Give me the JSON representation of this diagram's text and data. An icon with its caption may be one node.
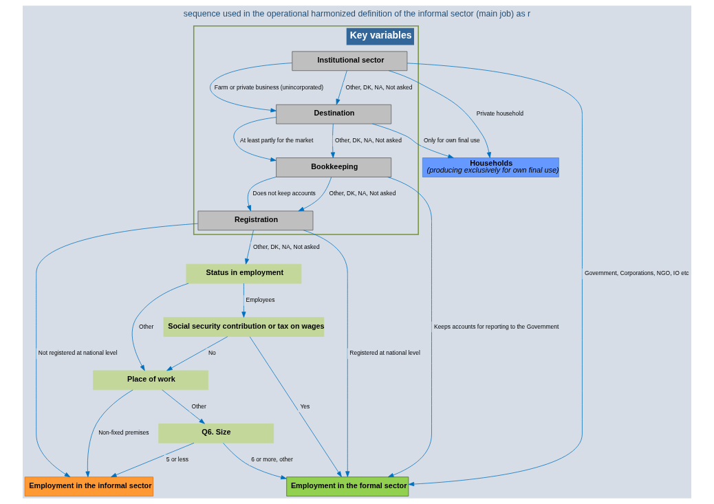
{
  "diagram": {
    "title": "sequence used in the operational harmonized definition of the informal sector (main job) as r",
    "nodes": [
      {
        "text": [
          "Key variables"
        ]
      },
      {
        "text": [
          "Institutional sector"
        ],
        "in": 0
      },
      {
        "text": [
          "Destination"
        ],
        "in": 0
      },
      {
        "text": [
          "Bookkeeping"
        ],
        "in": 0
      },
      {
        "text": [
          "Registration"
        ],
        "in": 0
      },
      {
        "text": [
          "Status in employment"
        ]
      },
      {
        "text": [
          "Social security contribution or tax on wages"
        ]
      },
      {
        "text": [
          "Place of work"
        ]
      },
      {
        "text": [
          "Q6. Size"
        ]
      },
      {
        "text": [
          "Households",
          "(producing exclusively for own final use)"
        ]
      },
      {
        "text": [
          "Employment in the formal sector"
        ]
      },
      {
        "text": [
          "Employment in the informal sector"
        ]
      }
    ],
    "edges": [
      {
        "from": 1,
        "to": 10,
        "arrow": "to",
        "label": "Government, Corporations, NGO, IO etc"
      },
      {
        "from": 1,
        "to": 9,
        "arrow": "to",
        "label": "Private household"
      },
      {
        "from": 1,
        "to": 2,
        "arrow": "to",
        "label": "Farm or private business (unincorporated)"
      },
      {
        "from": 1,
        "to": 2,
        "arrow": "to",
        "label": "Other, DK, NA, Not asked"
      },
      {
        "from": 2,
        "to": 9,
        "arrow": "to",
        "label": "Only for own final use"
      },
      {
        "from": 2,
        "to": 3,
        "arrow": "to",
        "label": "At least partly for the market"
      },
      {
        "from": 2,
        "to": 3,
        "arrow": "to",
        "label": "Other, DK, NA, Not asked"
      },
      {
        "from": 3,
        "to": 10,
        "arrow": "to",
        "label": "Keeps accounts for reporting to the Government"
      },
      {
        "from": 3,
        "to": 4,
        "arrow": "to",
        "label": "Does not keep accounts"
      },
      {
        "from": 3,
        "to": 4,
        "arrow": "to",
        "label": "Other, DK, NA, Not asked"
      },
      {
        "from": 4,
        "to": 10,
        "arrow": "to",
        "label": "Registered at national level"
      },
      {
        "from": 4,
        "to": 11,
        "arrow": "to",
        "label": "Not registered at national level"
      },
      {
        "from": 4,
        "to": 5,
        "arrow": "to",
        "label": "Other, DK, NA, Not asked"
      },
      {
        "from": 5,
        "to": 6,
        "arrow": "to",
        "label": "Employees"
      },
      {
        "from": 5,
        "to": 7,
        "arrow": "to",
        "label": "Other"
      },
      {
        "from": 6,
        "to": 10,
        "arrow": "to",
        "label": "Yes"
      },
      {
        "from": 6,
        "to": 7,
        "arrow": "to",
        "label": "No"
      },
      {
        "from": 7,
        "to": 8,
        "arrow": "to",
        "label": "Other"
      },
      {
        "from": 7,
        "to": 11,
        "arrow": "to",
        "label": "Non-fixed premises"
      },
      {
        "from": 8,
        "to": 10,
        "arrow": "to",
        "label": "6 or more, other"
      },
      {
        "from": 8,
        "to": 11,
        "arrow": "to",
        "label": "5 or less"
      }
    ]
  }
}
